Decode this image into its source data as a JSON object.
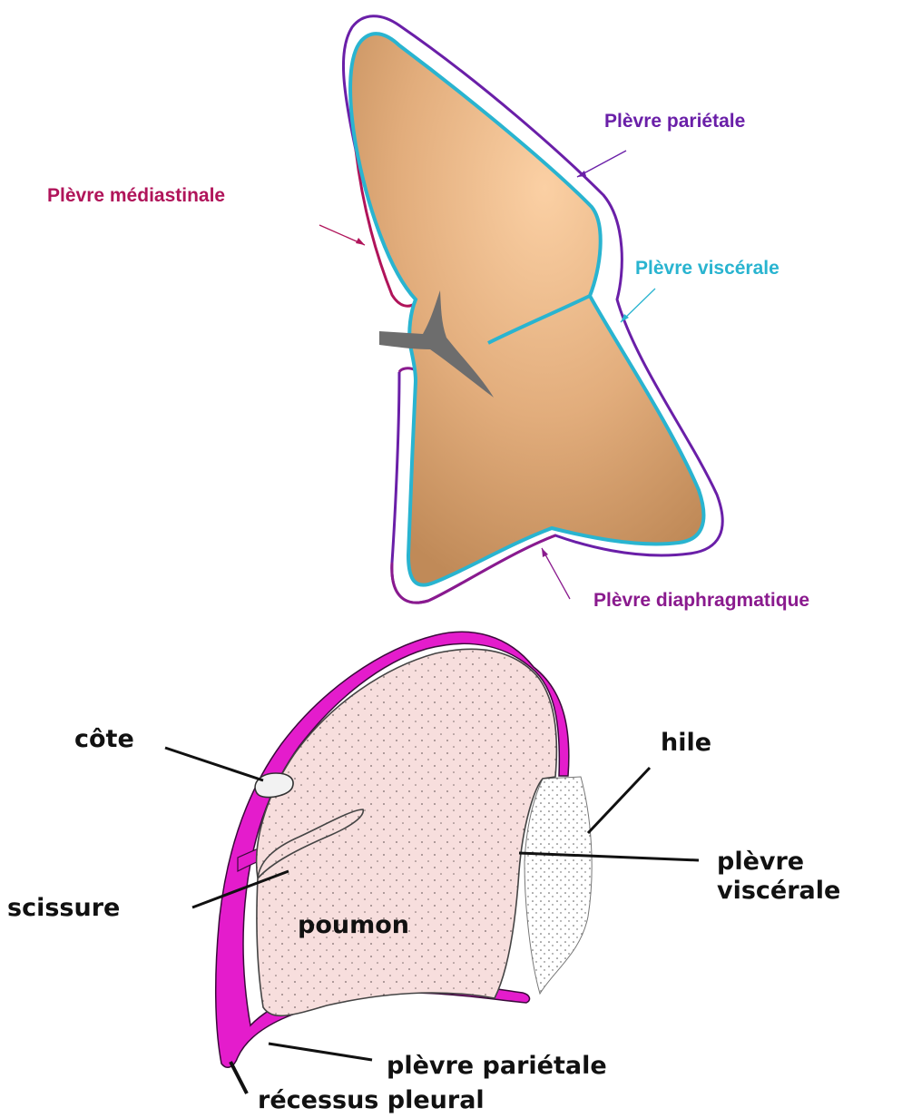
{
  "colors": {
    "lung_fill_light": "#f8c99a",
    "lung_fill_dark": "#c08a58",
    "visceral": "#29b4d0",
    "parietal": "#6a1fa8",
    "mediastinal": "#b0145a",
    "diaphragmatic": "#8a1a8e",
    "hilum": "#6d6d6d",
    "bottom_lung_fill": "#f7dedd",
    "bottom_pleura_fill": "#e41ccc",
    "ink": "#111111"
  },
  "top_diagram": {
    "labels": {
      "parietale": "Plèvre pariétale",
      "mediastinale": "Plèvre médiastinale",
      "viscerale": "Plèvre viscérale",
      "diaphragmatique": "Plèvre diaphragmatique"
    }
  },
  "bottom_diagram": {
    "labels": {
      "cote": "côte",
      "hile": "hile",
      "plevre_viscerale_1": "plèvre",
      "plevre_viscerale_2": "viscérale",
      "scissure": "scissure",
      "poumon": "poumon",
      "plevre_parietale": "plèvre pariétale",
      "recessus": "récessus pleural"
    }
  }
}
